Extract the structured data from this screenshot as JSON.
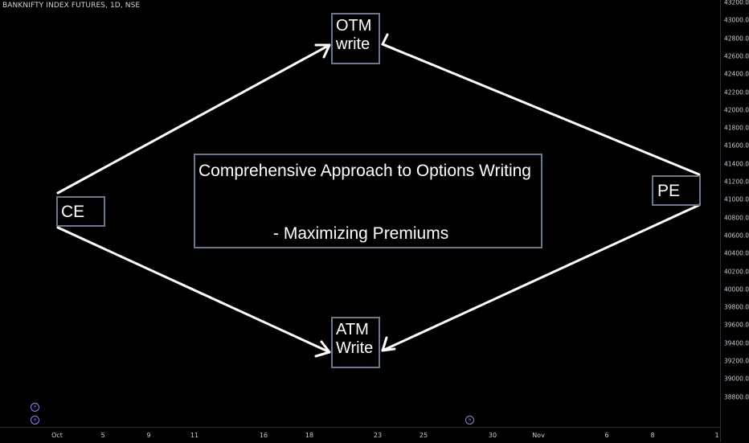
{
  "header": {
    "symbol_title": "BANKNIFTY INDEX FUTURES, 1D, NSE"
  },
  "price_axis": {
    "labels": [
      "43200.00",
      "43000.00",
      "42800.00",
      "42600.00",
      "42400.00",
      "42200.00",
      "42000.00",
      "41800.00",
      "41600.00",
      "41400.00",
      "41200.00",
      "41000.00",
      "40800.00",
      "40600.00",
      "40400.00",
      "40200.00",
      "40000.00",
      "39800.00",
      "39600.00",
      "39400.00",
      "39200.00",
      "39000.00",
      "38800.00"
    ]
  },
  "time_axis": {
    "labels": [
      "Oct",
      "5",
      "9",
      "11",
      "16",
      "18",
      "23",
      "25",
      "30",
      "Nov",
      "6",
      "8",
      "1"
    ]
  },
  "annotations": {
    "ce": "CE",
    "pe": "PE",
    "otm_line1": "OTM",
    "otm_line2": "write",
    "atm_line1": "ATM",
    "atm_line2": "Write",
    "main_line1": "Comprehensive Approach to  Options Writing",
    "main_line2": "- Maximizing Premiums"
  },
  "icons": {
    "lightning": "lightning-icon",
    "skip": "skip-forward-icon",
    "skip_glyph": "»",
    "lightning_glyph": "⚡"
  },
  "colors": {
    "background": "#000000",
    "box_border": "#6b7889",
    "arrow": "#ffffff",
    "event_icon": "#9b7ce8"
  }
}
